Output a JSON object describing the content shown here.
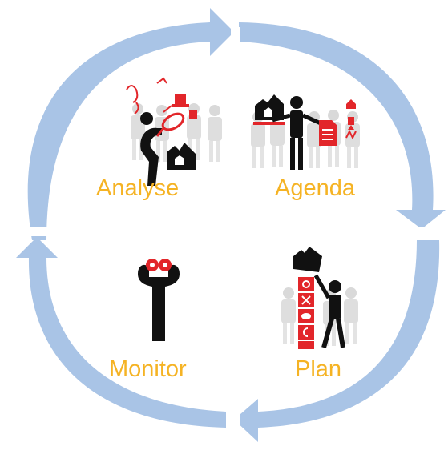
{
  "quadrants": {
    "top_left": {
      "label": "Analyse"
    },
    "top_right": {
      "label": "Agenda"
    },
    "bottom_left": {
      "label": "Monitor"
    },
    "bottom_right": {
      "label": "Plan"
    }
  },
  "colors": {
    "arrow": "#a9c4e6",
    "label": "#f5b324",
    "figure": "#111111",
    "accent": "#e2262a",
    "crowd": "#d6d6d6"
  },
  "icons": {
    "analyse": "magnifying-glass-icon",
    "agenda": "document-icon",
    "monitor": "binoculars-icon",
    "plan": "puzzle-blocks-icon"
  }
}
